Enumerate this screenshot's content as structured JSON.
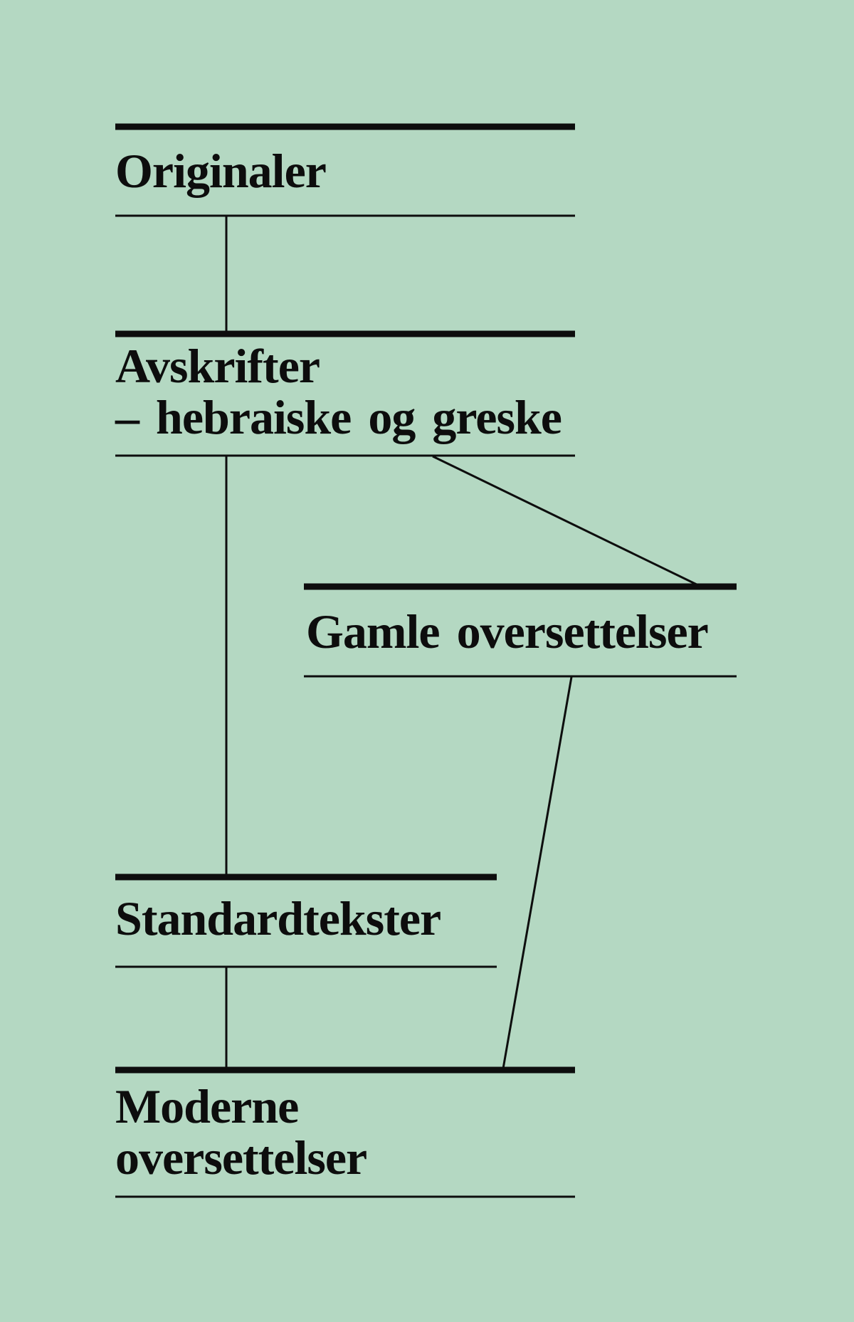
{
  "colors": {
    "background": "#b4d8c2",
    "ink": "#0d0d0d"
  },
  "nodes": [
    {
      "id": "originaler",
      "lines": [
        "Originaler"
      ]
    },
    {
      "id": "avskrifter",
      "lines": [
        "Avskrifter",
        "– hebraiske og greske"
      ]
    },
    {
      "id": "gamle-oversettelser",
      "lines": [
        "Gamle oversettelser"
      ]
    },
    {
      "id": "standardtekster",
      "lines": [
        "Standardtekster"
      ]
    },
    {
      "id": "moderne-oversettelser",
      "lines": [
        "Moderne",
        "oversettelser"
      ]
    }
  ],
  "edges": [
    {
      "from": "originaler",
      "to": "avskrifter"
    },
    {
      "from": "avskrifter",
      "to": "gamle-oversettelser"
    },
    {
      "from": "avskrifter",
      "to": "standardtekster"
    },
    {
      "from": "standardtekster",
      "to": "moderne-oversettelser"
    },
    {
      "from": "gamle-oversettelser",
      "to": "moderne-oversettelser"
    }
  ]
}
